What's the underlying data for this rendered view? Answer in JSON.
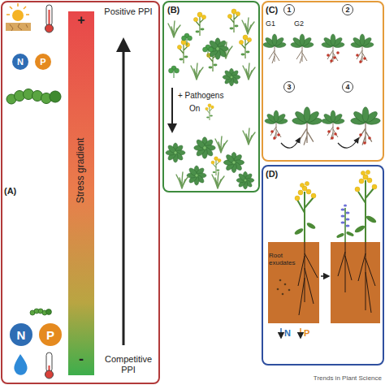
{
  "diagram": {
    "nodes": [
      {
        "text": [
          "(A)"
        ]
      },
      {
        "text": [
          "N"
        ],
        "in": 0
      },
      {
        "text": [
          "P"
        ],
        "in": 0
      },
      {
        "text": [
          "N"
        ],
        "in": 0
      },
      {
        "text": [
          "P"
        ],
        "in": 0
      },
      {
        "text": [
          "(B)"
        ]
      },
      {
        "text": [
          "(C)"
        ]
      },
      {
        "text": [
          "1"
        ],
        "in": 6
      },
      {
        "text": [
          "2"
        ],
        "in": 6
      },
      {
        "text": [
          "3"
        ],
        "in": 6
      },
      {
        "text": [
          "4"
        ],
        "in": 6
      },
      {
        "text": [
          "(D)"
        ]
      }
    ],
    "labels": [
      "+",
      "Positive PPI",
      "Stress gradient",
      "-",
      "Competitive PPI",
      "+ Pathogens",
      "On",
      "G1",
      "G2",
      "Root exudates",
      "N",
      "P",
      "Trends in Plant Science"
    ]
  }
}
